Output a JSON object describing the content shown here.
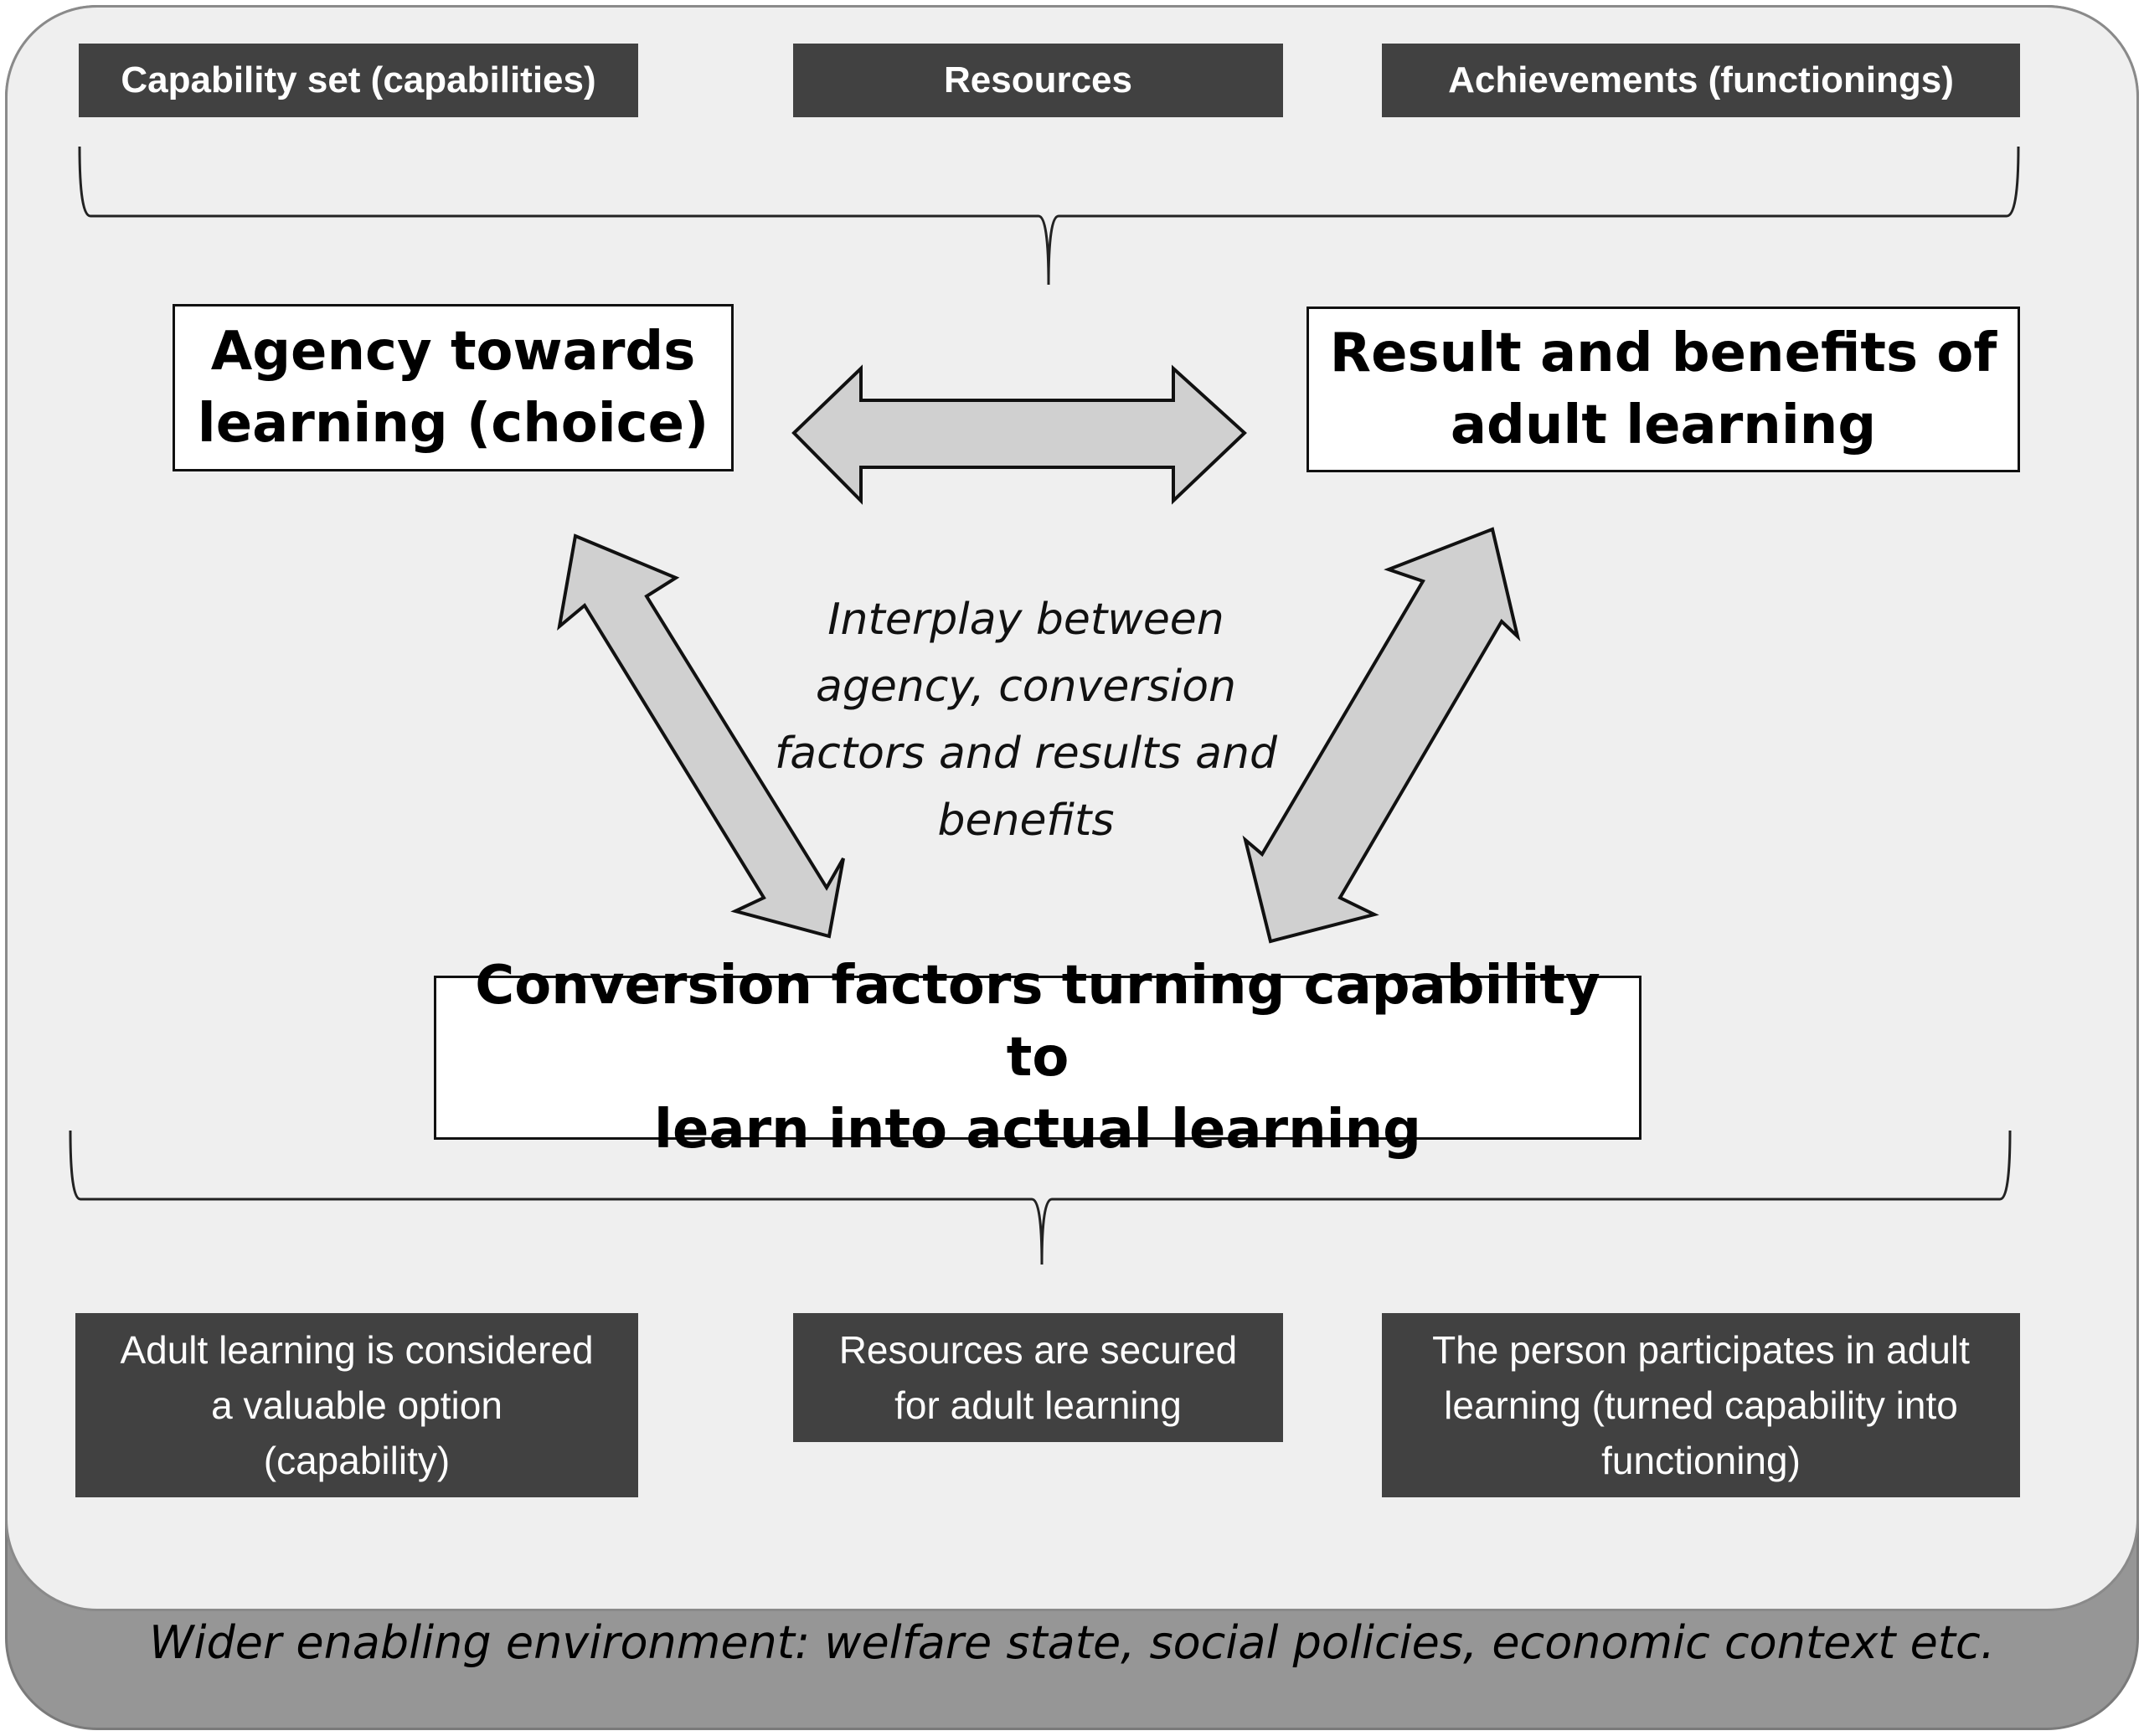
{
  "header_boxes": [
    {
      "label": "Capability set (capabilities)"
    },
    {
      "label": "Resources"
    },
    {
      "label": "Achievements (functionings)"
    }
  ],
  "nodes": {
    "agency": "Agency towards learning (choice)",
    "agency_lines": [
      "Agency towards",
      "learning (choice)"
    ],
    "results": "Result and benefits of adult learning",
    "results_lines": [
      "Result and benefits of",
      "adult learning"
    ],
    "conversion": "Conversion factors turning capability to learn into actual learning",
    "conversion_lines": [
      "Conversion factors turning capability to",
      "learn into actual learning"
    ]
  },
  "center_label_lines": [
    "Interplay between",
    "agency, conversion",
    "factors and results and",
    "benefits"
  ],
  "bottom_boxes": [
    {
      "lines": [
        "Adult learning is considered",
        "a valuable option",
        "(capability)"
      ]
    },
    {
      "lines": [
        "Resources are secured",
        "for adult learning"
      ]
    },
    {
      "lines": [
        "The person participates in adult",
        "learning (turned capability into",
        "functioning)"
      ]
    }
  ],
  "footer": "Wider enabling environment: welfare state, social policies, economic context etc.",
  "colors": {
    "dark_box": "#414141",
    "panel": "#efefef",
    "outer_band": "#969696",
    "arrow_fill": "#d0d0d0"
  }
}
